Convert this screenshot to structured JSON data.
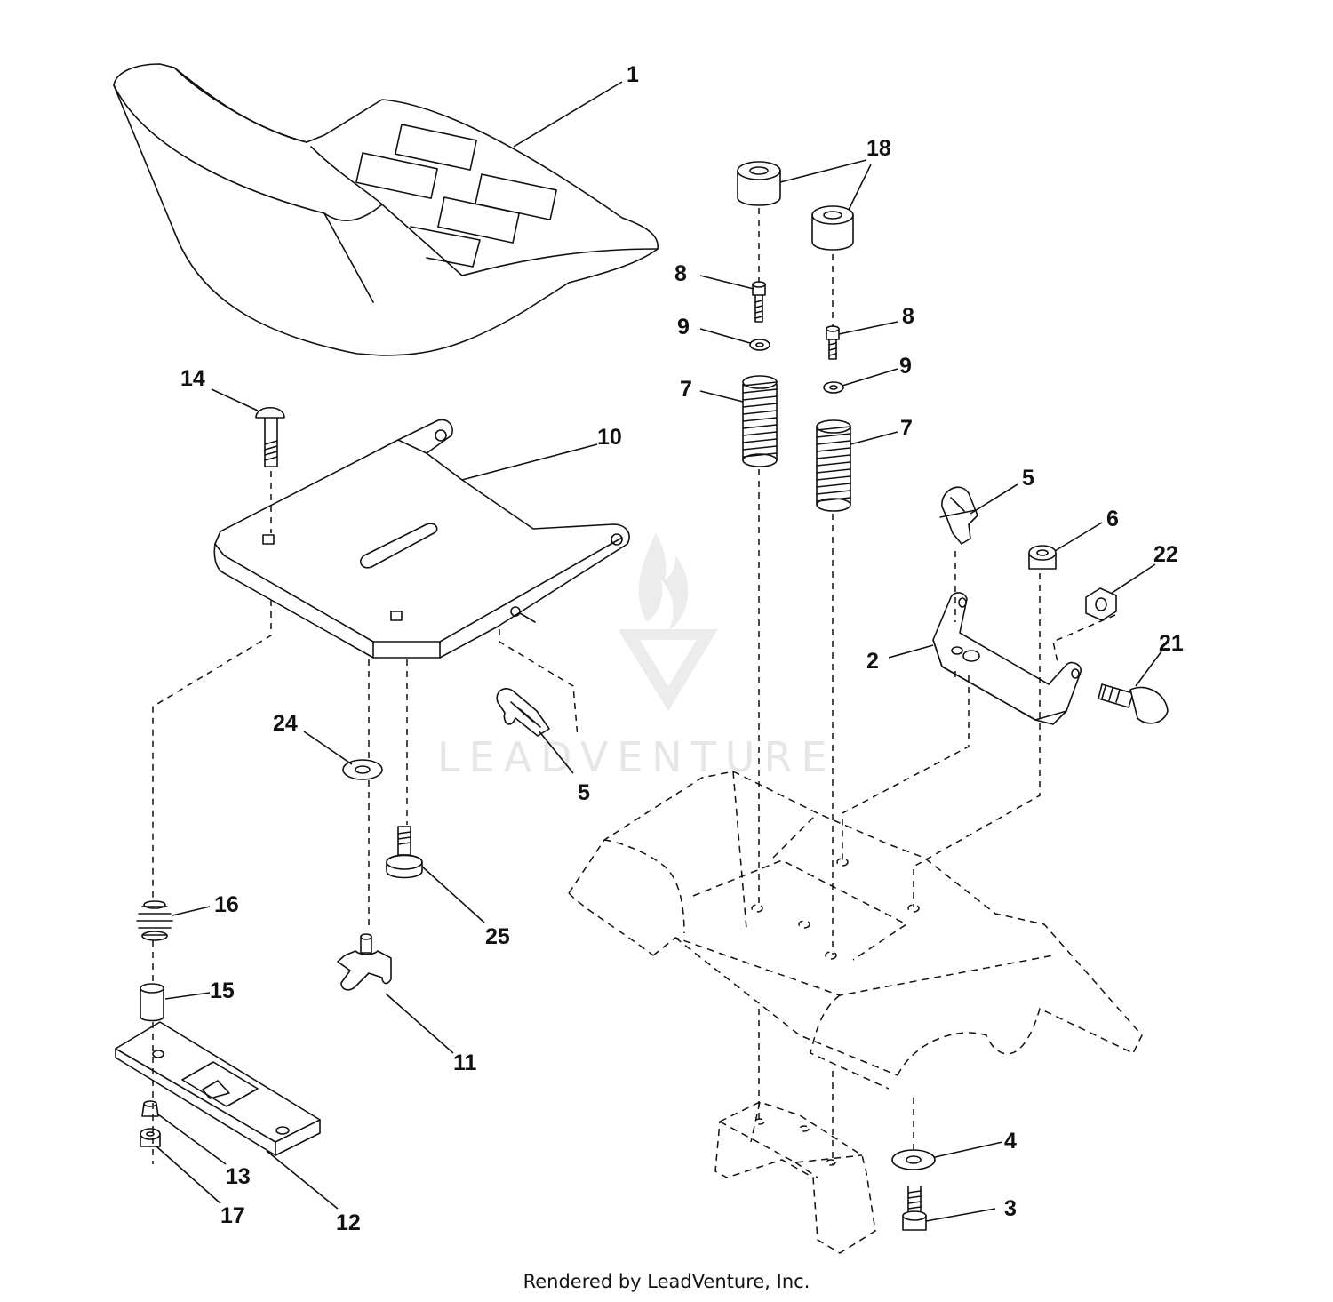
{
  "watermark": {
    "text": "LEADVENTURE"
  },
  "callouts": {
    "p1": "1",
    "p2": "2",
    "p3": "3",
    "p4": "4",
    "p5a": "5",
    "p5b": "5",
    "p6": "6",
    "p7a": "7",
    "p7b": "7",
    "p8a": "8",
    "p8b": "8",
    "p9a": "9",
    "p9b": "9",
    "p10": "10",
    "p11": "11",
    "p12": "12",
    "p13": "13",
    "p14": "14",
    "p15": "15",
    "p16": "16",
    "p17": "17",
    "p18": "18",
    "p21": "21",
    "p22": "22",
    "p24": "24",
    "p25": "25"
  },
  "footer": {
    "text": "Rendered by LeadVenture, Inc."
  }
}
